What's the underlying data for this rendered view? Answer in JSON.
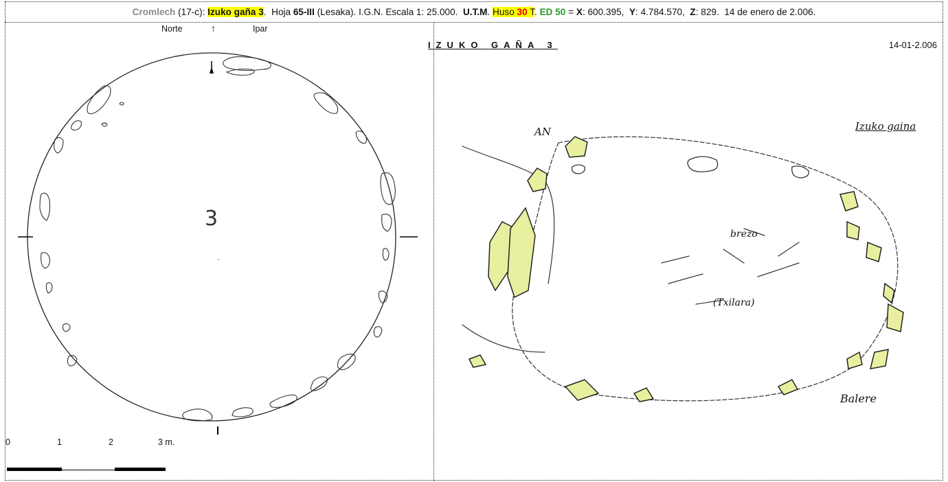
{
  "header": {
    "cromlech": "Cromlech",
    "code": "(17-c):",
    "name": "Izuko gaña 3",
    "hoja_label": "Hoja",
    "hoja_num": "65-III",
    "hoja_place": "(Lesaka). I.G.N. Escala 1: 25.000.",
    "utm": "U.T.M",
    "huso_label": "Huso",
    "huso_num": "30",
    "huso_zone": "T",
    "datum": "ED 50",
    "eq": "=",
    "x_label": "X",
    "x_value": ": 600.395,",
    "y_label": "Y",
    "y_value": ": 4.784.570,",
    "z_label": "Z",
    "z_value": ": 829.",
    "date_text": "14 de enero de 2.006."
  },
  "left_panel": {
    "north_es": "Norte",
    "arrow": "↑",
    "north_eu": "Ipar",
    "center_number": "3",
    "scale": [
      "0",
      "1",
      "2",
      "3 m."
    ]
  },
  "right_panel": {
    "title": "IZUKO GAÑA 3",
    "date": "14-01-2.006",
    "sketch_labels": {
      "north": "AN",
      "place": "Izuko gaina",
      "inner1": "brezo",
      "inner2": "(Txilara)",
      "bottom": "Balere"
    }
  },
  "colors": {
    "highlight": "#ffff00",
    "huso_red": "#e00000",
    "datum_green": "#2a9a2a",
    "stone_fill": "#e8f0a0"
  }
}
